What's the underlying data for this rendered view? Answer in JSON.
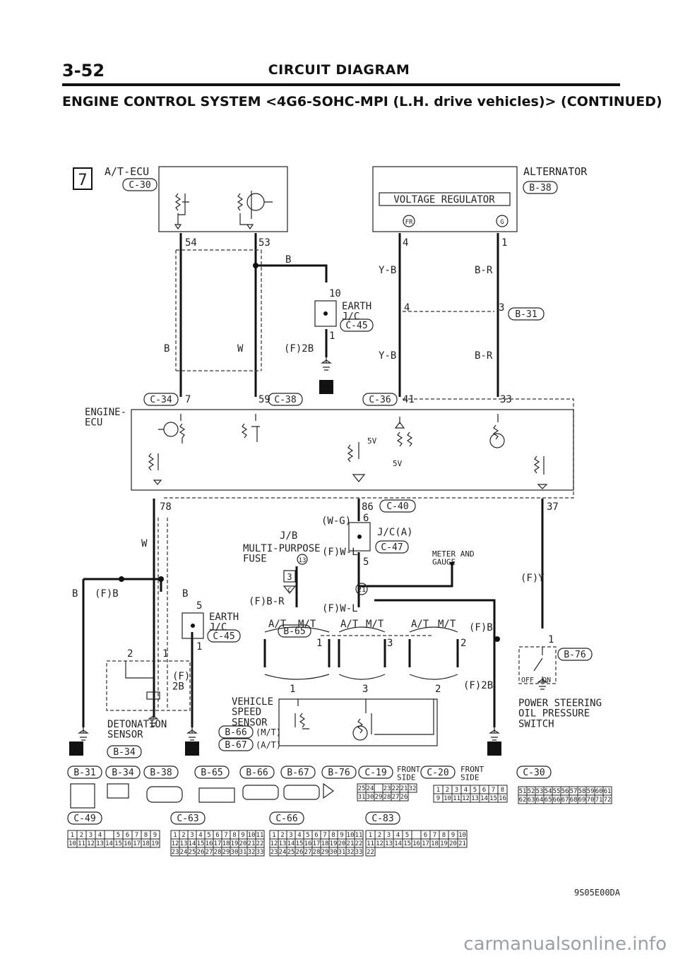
{
  "header": {
    "page_number": "3-52",
    "section_title": "CIRCUIT DIAGRAM",
    "subtitle": "ENGINE CONTROL SYSTEM <4G6-SOHC-MPI (L.H. drive vehicles)> (CONTINUED)"
  },
  "diagram": {
    "sheet_no": "7",
    "top_left_block": {
      "name": "A/T-ECU",
      "connector": "C-30"
    },
    "top_right_block": {
      "name": "ALTERNATOR",
      "connector": "B-38",
      "inner": "VOLTAGE REGULATOR",
      "terminal_fr": "FR",
      "terminal_g": "G"
    },
    "engine_ecu": "ENGINE-\nECU",
    "earth_jc1": {
      "label": "EARTH\nJ/C",
      "connector": "C-45",
      "pin_top": "10",
      "pin_bottom": "1"
    },
    "earth_jc2": {
      "label": "EARTH\nJ/C",
      "connector": "C-45",
      "pin_top": "5",
      "pin_bottom": "1"
    },
    "jc_a": {
      "label": "J/C(A)",
      "connector": "C-47",
      "pin_top": "6",
      "pin_bottom": "5"
    },
    "jb": {
      "label": "J/B",
      "text": "MULTI-PURPOSE\nFUSE",
      "fuse_no": "13",
      "box_label": "3",
      "fuse_tag": "C"
    },
    "meter": "METER AND\nGAUGE",
    "vss": {
      "label": "VEHICLE\nSPEED\nSENSOR",
      "connector_mt": "B-66",
      "tag_mt": "(M/T)",
      "connector_at": "B-67",
      "tag_at": "(A/T)"
    },
    "detonation": {
      "label": "DETONATION\nSENSOR",
      "connector": "B-34"
    },
    "ps_switch": {
      "label": "POWER STEERING\nOIL PRESSURE\nSWITCH",
      "connector": "B-76",
      "off": "OFF",
      "on": "ON"
    },
    "pins": {
      "p54": "54",
      "p53": "53",
      "p4": "4",
      "p1": "1",
      "p4b": "4",
      "p3": "3",
      "p7": "7",
      "p59": "59",
      "p41": "41",
      "p33": "33",
      "p78": "78",
      "p86": "86",
      "p37": "37",
      "p21": "21",
      "p2": "2",
      "p1b": "1",
      "p1c": "1",
      "v1": "1",
      "v3": "3",
      "v2": "2",
      "s1": "1",
      "s3": "3",
      "s2": "2"
    },
    "wires": {
      "B": "B",
      "W": "W",
      "B1": "B",
      "B2": "B",
      "W2": "W",
      "YB": "Y-B",
      "BR": "B-R",
      "YB2": "Y-B",
      "BR2": "B-R",
      "F2B": "(F)2B",
      "WG": "(W-G)",
      "FWL": "(F)W-L",
      "FWL2": "(F)W-L",
      "FBR": "(F)B-R",
      "FB": "(F)B",
      "FY": "(F)Y",
      "FB2": "(F)B",
      "F2B2": "(F)2B",
      "F2B3": "(F)\n2B"
    },
    "mid_connectors": {
      "c34": "C-34",
      "c38": "C-38",
      "c36": "C-36",
      "c40": "C-40",
      "b31": "B-31",
      "b65": "B-65"
    },
    "at": "A/T",
    "mt": "M/T",
    "volt": "5V",
    "connector_views": [
      "B-31",
      "B-34",
      "B-38",
      "B-65",
      "B-66",
      "B-67",
      "B-76",
      "C-19",
      "C-20",
      "C-30",
      "C-49",
      "C-63",
      "C-66",
      "C-83"
    ],
    "front_side": "FRONT\nSIDE",
    "drawing_code": "9S05E00DA"
  },
  "connector_grids": {
    "c19": [
      "25",
      "24",
      "",
      "23",
      "22",
      "21",
      "32",
      "31",
      "30",
      "29",
      "28",
      "27",
      "26"
    ],
    "c20": [
      "1",
      "2",
      "3",
      "4",
      "5",
      "6",
      "7",
      "8",
      "9",
      "10",
      "11",
      "12",
      "13",
      "14",
      "15",
      "16"
    ],
    "c30": [
      "51",
      "52",
      "53",
      "54",
      "55",
      "56",
      "57",
      "58",
      "59",
      "60",
      "61",
      "62",
      "63",
      "64",
      "65",
      "66",
      "67",
      "68",
      "69",
      "70",
      "71",
      "72"
    ],
    "c49": [
      "1",
      "2",
      "3",
      "4",
      "",
      "5",
      "6",
      "7",
      "8",
      "9",
      "10",
      "11",
      "12",
      "13",
      "14",
      "15",
      "16",
      "17",
      "18",
      "19"
    ],
    "c63": [
      "1",
      "2",
      "3",
      "4",
      "5",
      "6",
      "7",
      "8",
      "9",
      "10",
      "11",
      "12",
      "13",
      "14",
      "15",
      "16",
      "17",
      "18",
      "19",
      "20",
      "21",
      "22",
      "23",
      "24",
      "25",
      "26",
      "27",
      "28",
      "29",
      "30",
      "31",
      "32",
      "33"
    ],
    "c66": [
      "1",
      "2",
      "3",
      "4",
      "5",
      "6",
      "7",
      "8",
      "9",
      "10",
      "11",
      "12",
      "13",
      "14",
      "15",
      "16",
      "17",
      "18",
      "19",
      "20",
      "21",
      "22",
      "23",
      "24",
      "25",
      "26",
      "27",
      "28",
      "29",
      "30",
      "31",
      "32",
      "33"
    ],
    "c83": [
      "1",
      "2",
      "3",
      "4",
      "5",
      "",
      "6",
      "7",
      "8",
      "9",
      "10",
      "11",
      "12",
      "13",
      "14",
      "15",
      "16",
      "17",
      "18",
      "19",
      "20",
      "21",
      "22"
    ]
  },
  "watermark": "carmanualsonline.info"
}
